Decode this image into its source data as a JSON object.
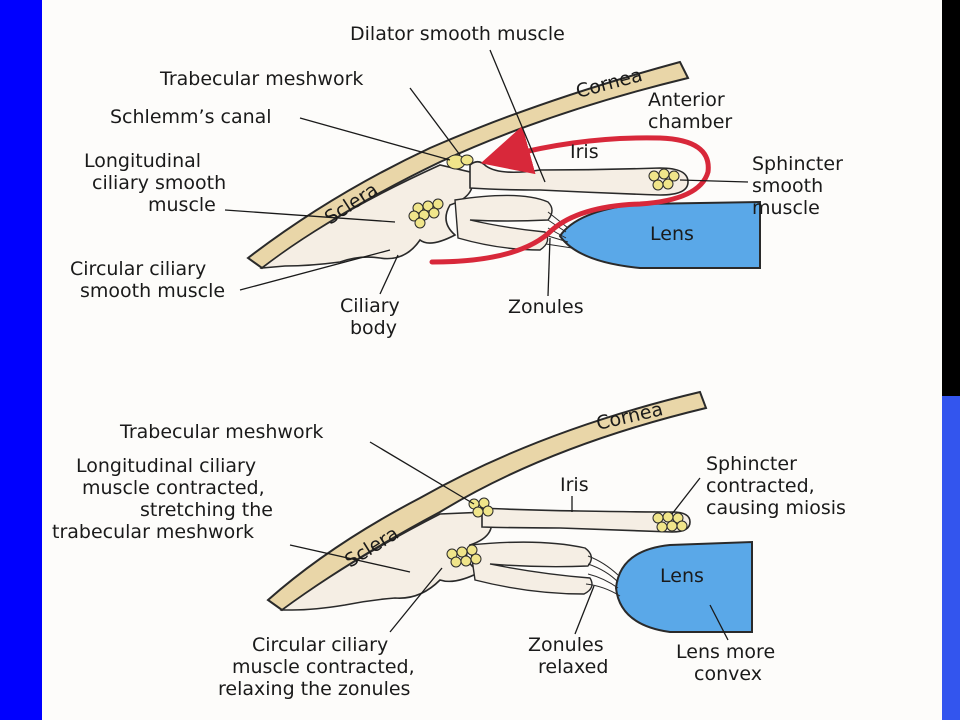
{
  "colors": {
    "frame_left": "#0000ff",
    "frame_right_top": "#000000",
    "frame_right_bottom": "#3355ee",
    "paper": "#fdfcfa",
    "sclera_cornea": "#e9d6a8",
    "outline": "#2a2a2a",
    "tissue": "#f5eee4",
    "muscle_nodules": "#f0e58a",
    "lens": "#5aa8e8",
    "arrow": "#d8283a"
  },
  "top_diagram": {
    "labels": {
      "dilator": "Dilator smooth muscle",
      "trabecular": "Trabecular meshwork",
      "schlemm": "Schlemm’s canal",
      "longitudinal": [
        "Longitudinal",
        "ciliary smooth",
        "muscle"
      ],
      "circular": [
        "Circular ciliary",
        "smooth muscle"
      ],
      "ciliary_body": [
        "Ciliary",
        "body"
      ],
      "zonules": "Zonules",
      "sclera": "Sclera",
      "cornea": "Cornea",
      "anterior": [
        "Anterior",
        "chamber"
      ],
      "iris": "Iris",
      "sphincter": [
        "Sphincter",
        "smooth",
        "muscle"
      ],
      "lens": "Lens"
    }
  },
  "bottom_diagram": {
    "labels": {
      "trabecular": "Trabecular meshwork",
      "longitudinal": [
        "Longitudinal ciliary",
        "muscle contracted,",
        "stretching the",
        "trabecular meshwork"
      ],
      "circular": [
        "Circular ciliary",
        "muscle contracted,",
        "relaxing the zonules"
      ],
      "zonules": [
        "Zonules",
        "relaxed"
      ],
      "lens_convex": [
        "Lens more",
        "convex"
      ],
      "sclera": "Sclera",
      "cornea": "Cornea",
      "iris": "Iris",
      "sphincter": [
        "Sphincter",
        "contracted,",
        "causing miosis"
      ],
      "lens": "Lens"
    }
  }
}
